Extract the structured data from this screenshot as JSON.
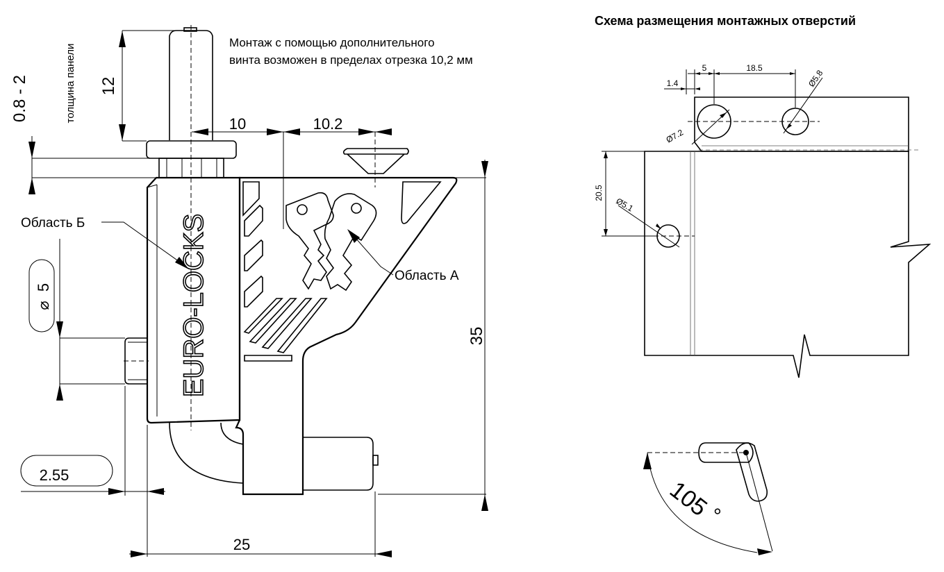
{
  "left": {
    "note_line1": "Монтаж с помощью дополнительного",
    "note_line2": "винта возможен в пределах отрезка 10,2 мм",
    "panel_thickness_label": "толщина панели",
    "panel_thickness_value": "0.8 - 2",
    "dim_12": "12",
    "dim_10": "10",
    "dim_10_2": "10.2",
    "dim_35": "35",
    "dim_25": "25",
    "dim_2_55": "2.55",
    "dim_diam5": "5",
    "diameter_symbol": "⌀",
    "area_b": "Область Б",
    "area_a": "Область А",
    "brand": "EURO-LOCKS"
  },
  "right": {
    "title": "Схема размещения монтажных отверстий",
    "dim_1_4": "1.4",
    "dim_5": "5",
    "dim_18_5": "18.5",
    "dim_d5_8": "Ø5.8",
    "dim_d7_2": "Ø7.2",
    "dim_20_5": "20.5",
    "dim_d5_1": "Ø5.1",
    "angle": "105",
    "degree": "°"
  }
}
